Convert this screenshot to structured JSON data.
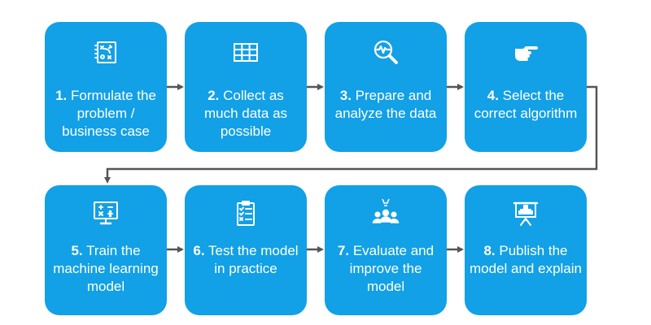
{
  "steps": [
    {
      "number": "1.",
      "text": "Formulate the problem / business case",
      "icon": "strategy-board-icon"
    },
    {
      "number": "2.",
      "text": "Collect as much data as possible",
      "icon": "table-grid-icon"
    },
    {
      "number": "3.",
      "text": "Prepare and analyze the data",
      "icon": "magnifier-pulse-icon"
    },
    {
      "number": "4.",
      "text": "Select the correct algorithm",
      "icon": "pointing-hand-icon"
    },
    {
      "number": "5.",
      "text": "Train the machine learning model",
      "icon": "calculator-monitor-icon"
    },
    {
      "number": "6.",
      "text": "Test the model in practice",
      "icon": "clipboard-checklist-icon"
    },
    {
      "number": "7.",
      "text": "Evaluate and improve the model",
      "icon": "team-idea-icon"
    },
    {
      "number": "8.",
      "text": "Publish the model and explain",
      "icon": "presentation-board-icon"
    }
  ],
  "colors": {
    "card": "#12A0E6",
    "text": "#FFFFFF",
    "arrow": "#555555",
    "background": "#FFFFFF"
  }
}
